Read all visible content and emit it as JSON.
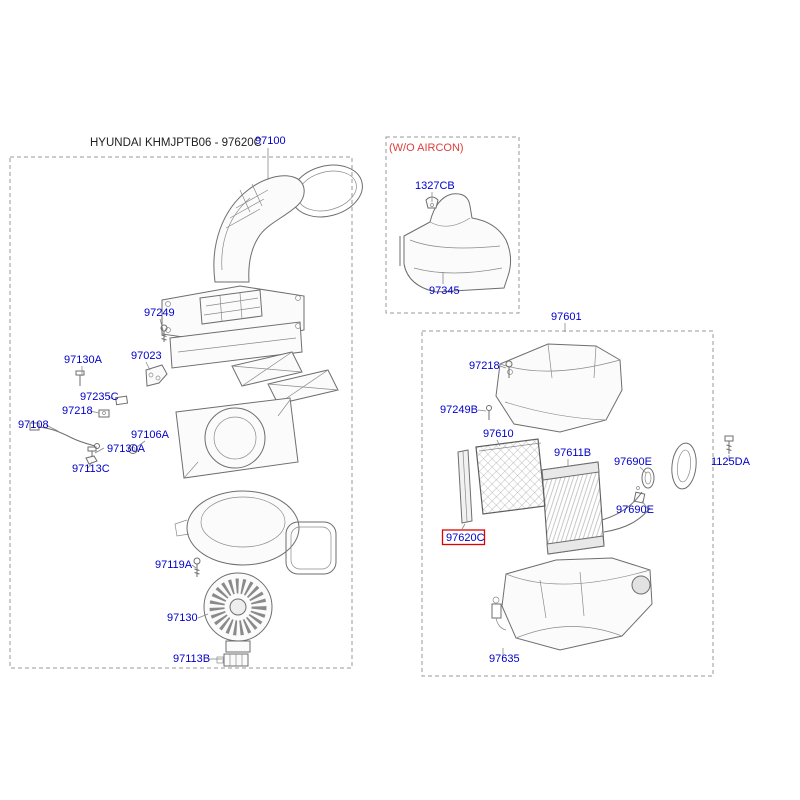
{
  "diagram": {
    "title": "HYUNDAI KHMJPTB06 - 97620C",
    "wo_aircon_note": "(W/O AIRCON)",
    "highlighted_part": "97620C"
  },
  "colors": {
    "part_label": "#0000cc",
    "note_red": "#e03c3c",
    "highlight_box": "#e00000",
    "drawing_line": "#6e6e6e"
  },
  "parts": {
    "p97100": "97100",
    "p1327CB": "1327CB",
    "p97345": "97345",
    "p97601": "97601",
    "p97249": "97249",
    "p97130A": "97130A",
    "p97023": "97023",
    "p97235C": "97235C",
    "p97218": "97218",
    "p97108": "97108",
    "p97106A": "97106A",
    "p97113C": "97113C",
    "p97119A": "97119A",
    "p97130": "97130",
    "p97113B": "97113B",
    "p97249B": "97249B",
    "p97610": "97610",
    "p97611B": "97611B",
    "p97690E": "97690E",
    "p97620C": "97620C",
    "p97635": "97635",
    "p1125DA": "1125DA"
  }
}
